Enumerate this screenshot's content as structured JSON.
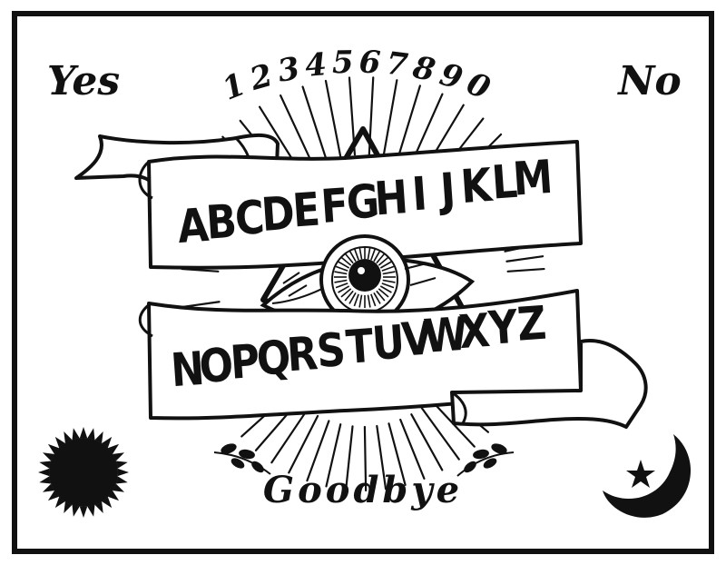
{
  "board": {
    "yes": "Yes",
    "no": "No",
    "goodbye": "Goodbye",
    "numbers": [
      "1",
      "2",
      "3",
      "4",
      "5",
      "6",
      "7",
      "8",
      "9",
      "0"
    ],
    "row1": [
      "A",
      "B",
      "C",
      "D",
      "E",
      "F",
      "G",
      "H",
      "I",
      "J",
      "K",
      "L",
      "M"
    ],
    "row2": [
      "N",
      "O",
      "P",
      "Q",
      "R",
      "S",
      "T",
      "U",
      "V",
      "W",
      "X",
      "Y",
      "Z"
    ]
  },
  "icons": {
    "sun": "sun-icon",
    "moon": "crescent-moon-icon",
    "star": "star-icon",
    "eye": "all-seeing-eye-icon"
  },
  "colors": {
    "ink": "#111111",
    "paper": "#ffffff"
  }
}
